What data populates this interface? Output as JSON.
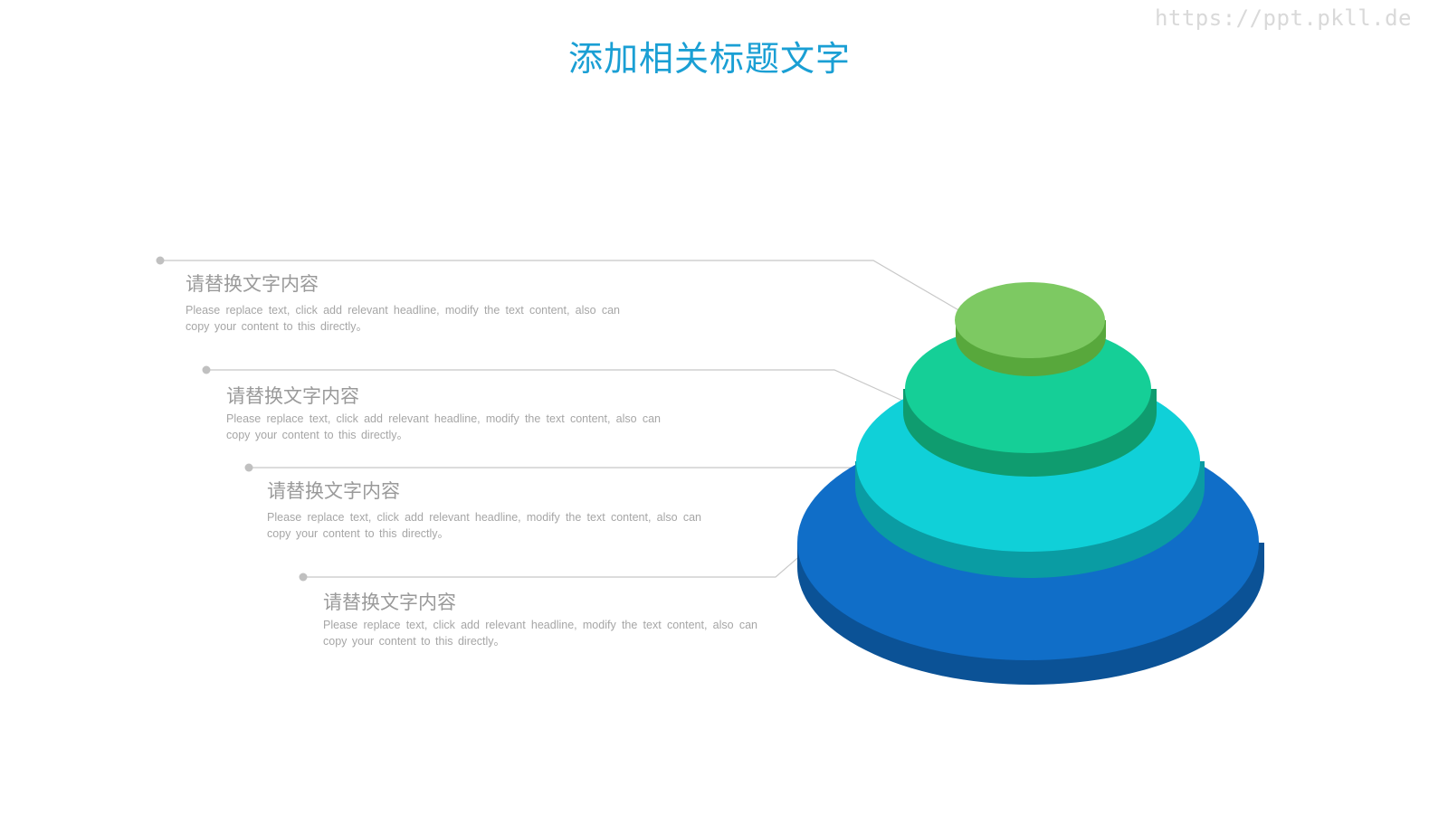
{
  "header": {
    "title": "添加相关标题文字",
    "watermark": "https://ppt.pkll.de"
  },
  "colors": {
    "title": "#1a9fd4",
    "layer1_top": "#7dc962",
    "layer1_side": "#58a83c",
    "layer2_top": "#15cf97",
    "layer2_side": "#0f9c6f",
    "layer3_top": "#10d0d8",
    "layer3_side": "#0a9ca3",
    "layer4_top": "#106ec8",
    "layer4_side": "#0b5296",
    "connector": "#c8c8c8"
  },
  "items": [
    {
      "heading": "请替换文字内容",
      "description": "Please replace text, click add relevant headline, modify the text content, also can copy your content to this directly。"
    },
    {
      "heading": "请替换文字内容",
      "description": "Please replace text, click add relevant headline, modify the text content, also can copy your content to this directly。"
    },
    {
      "heading": "请替换文字内容",
      "description": "Please replace text, click add relevant headline, modify the text content, also can copy your content to this directly。"
    },
    {
      "heading": "请替换文字内容",
      "description": "Please replace text, click add relevant headline, modify the text content, also can copy your content to this directly。"
    }
  ]
}
